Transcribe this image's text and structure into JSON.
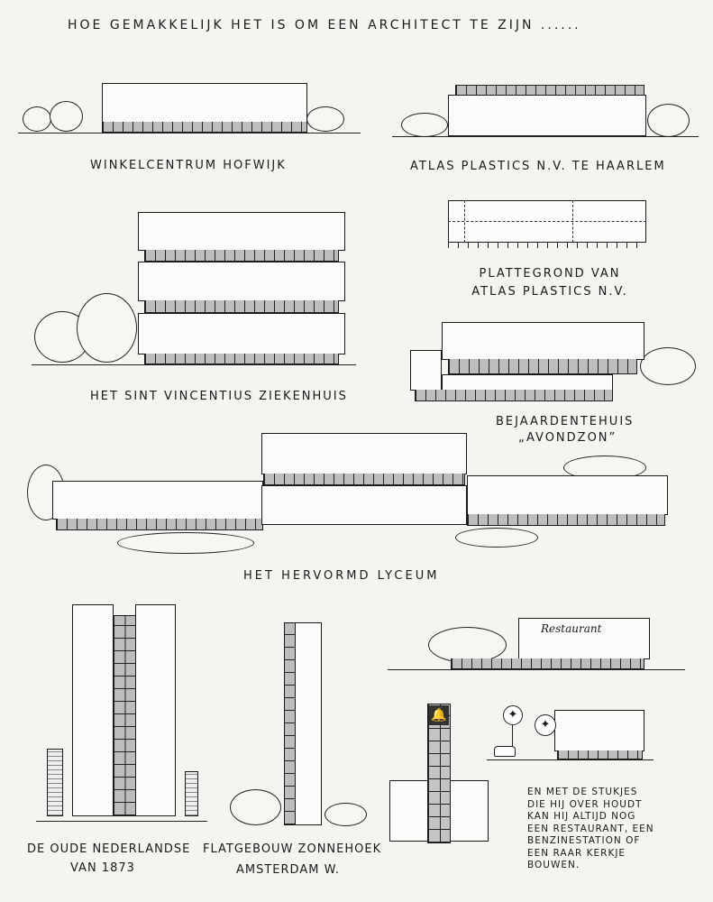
{
  "title": "HOE GEMAKKELIJK HET IS OM EEN ARCHITECT TE ZIJN ......",
  "buildings": {
    "winkelcentrum": "WINKELCENTRUM HOFWIJK",
    "atlas": "ATLAS PLASTICS N.V. TE HAARLEM",
    "plattegrond_1": "PLATTEGROND VAN",
    "plattegrond_2": "ATLAS PLASTICS N.V.",
    "ziekenhuis": "HET SINT VINCENTIUS ZIEKENHUIS",
    "bejaarden_1": "BEJAARDENTEHUIS",
    "bejaarden_2": "„AVONDZON”",
    "lyceum": "HET HERVORMD LYCEUM",
    "restaurant_sign": "Restaurant",
    "oude_1": "DE OUDE NEDERLANDSE",
    "oude_2": "VAN 1873",
    "flat_1": "FLATGEBOUW ZONNEHOEK",
    "flat_2": "AMSTERDAM W."
  },
  "closing_note": [
    "EN MET DE STUKJES",
    "DIE HIJ OVER HOUDT",
    "KAN HIJ ALTIJD NOG",
    "EEN RESTAURANT, EEN",
    "BENZINESTATION OF",
    "EEN RAAR KERKJE",
    "BOUWEN."
  ]
}
